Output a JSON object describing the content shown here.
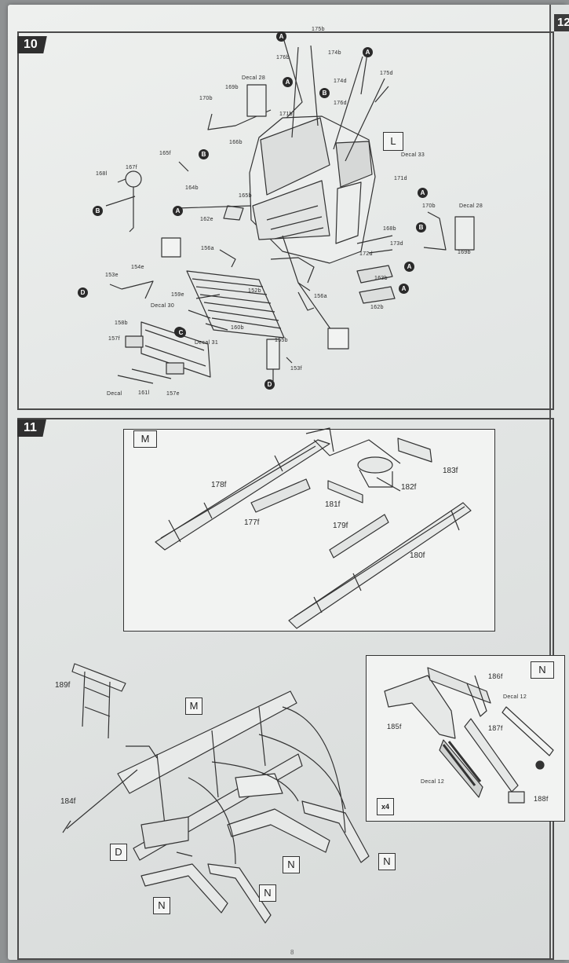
{
  "next_step": {
    "number": "12"
  },
  "step10": {
    "number": "10",
    "inset_tag": "L",
    "labels": {
      "p175b_top": "175b",
      "p176b_top": "176b",
      "p174b_top": "174b",
      "decal28_top": "Decal 28",
      "p169b_left": "169b",
      "p170b_left": "170b",
      "p171b_left": "171b",
      "p174d": "174d",
      "p175d": "175d",
      "p176d": "176d",
      "p165f": "165f",
      "p166b": "166b",
      "decal33": "Decal 33",
      "p171d": "171d",
      "p167f": "167f",
      "p168l": "168l",
      "p164b": "164b",
      "p165b": "165b",
      "p162e": "162e",
      "p170b_right": "170b",
      "decal28_right": "Decal 28",
      "p168b": "168b",
      "p173d": "173d",
      "p169b_right": "169b",
      "p156a_left": "156a",
      "p172d": "172d",
      "p154e": "154e",
      "p153e": "153e",
      "p163b": "163b",
      "p156a_right": "156a",
      "p152b": "152b",
      "p162b": "162b",
      "p159e": "159e",
      "decal30": "Decal 30",
      "p158b": "158b",
      "p160b": "160b",
      "decal31": "Decal 31",
      "p157f": "157f",
      "p155b": "155b",
      "p153f": "153f",
      "decal_bottom": "Decal",
      "p161l": "161l",
      "p157e": "157e"
    },
    "callouts": {
      "a1": "A",
      "a2": "A",
      "a3": "A",
      "b1": "B",
      "b2": "B",
      "b3": "B",
      "a4": "A",
      "a5": "A",
      "b4": "B",
      "a6": "A",
      "a7": "A",
      "a8": "A",
      "c1": "C",
      "d1": "D",
      "d2": "D"
    }
  },
  "step11": {
    "number": "11",
    "subassembly_m": {
      "tag": "M",
      "labels": {
        "p183f": "183f",
        "p178f": "178f",
        "p182f": "182f",
        "p181f": "181f",
        "p177f": "177f",
        "p179f": "179f",
        "p180f": "180f"
      }
    },
    "subassembly_n": {
      "tag": "N",
      "quantity": "x4",
      "labels": {
        "p186f": "186f",
        "decal12_top": "Decal 12",
        "p185f": "185f",
        "p187f": "187f",
        "decal12_bottom": "Decal 12",
        "p188f": "188f"
      }
    },
    "main": {
      "tag_m": "M",
      "tag_d": "D",
      "tag_n1": "N",
      "tag_n2": "N",
      "tag_n3": "N",
      "tag_n4": "N",
      "p189f": "189f",
      "p184f": "184f"
    }
  },
  "footer": {
    "page_marker": "8"
  }
}
